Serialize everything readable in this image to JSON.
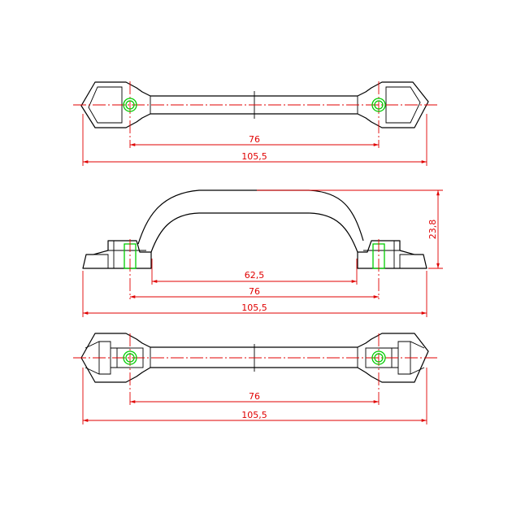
{
  "colors": {
    "outline": "#000000",
    "dimension": "#e00000",
    "hole": "#00cc00",
    "centerline": "#e00000"
  },
  "top_view": {
    "dim_hole_spacing": "76",
    "dim_overall_length": "105,5"
  },
  "side_view": {
    "dim_inner_span": "62,5",
    "dim_hole_spacing": "76",
    "dim_overall_length": "105,5",
    "dim_height": "23,8"
  },
  "bottom_view": {
    "dim_hole_spacing": "76",
    "dim_overall_length": "105,5"
  }
}
